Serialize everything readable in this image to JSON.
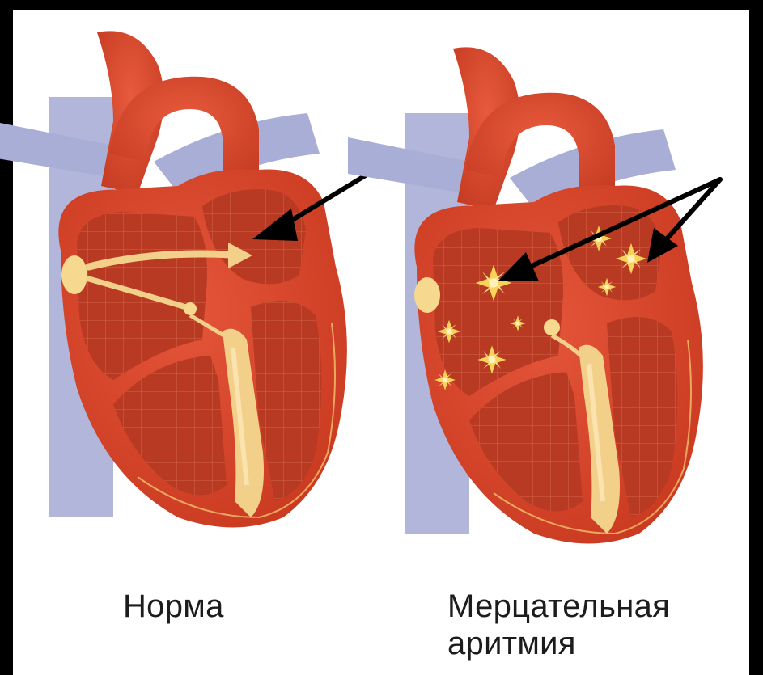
{
  "captions": {
    "normal": "Норма",
    "afib_line1": "Мерцательная",
    "afib_line2": "аритмия"
  },
  "colors": {
    "background": "#000000",
    "panel": "#ffffff",
    "heart_outer": "#d9462a",
    "heart_chamber": "#b83a22",
    "heart_grid": "#e7876a",
    "vessel": "#a9aed6",
    "conduction": "#f3d08a",
    "node": "#f6d98f",
    "spark": "#f7d35a",
    "arrow": "#000000"
  },
  "icons": {
    "arrow": "pointer-arrow-icon",
    "spark": "fibrillation-spark-icon",
    "node": "sinoatrial-node-icon"
  }
}
